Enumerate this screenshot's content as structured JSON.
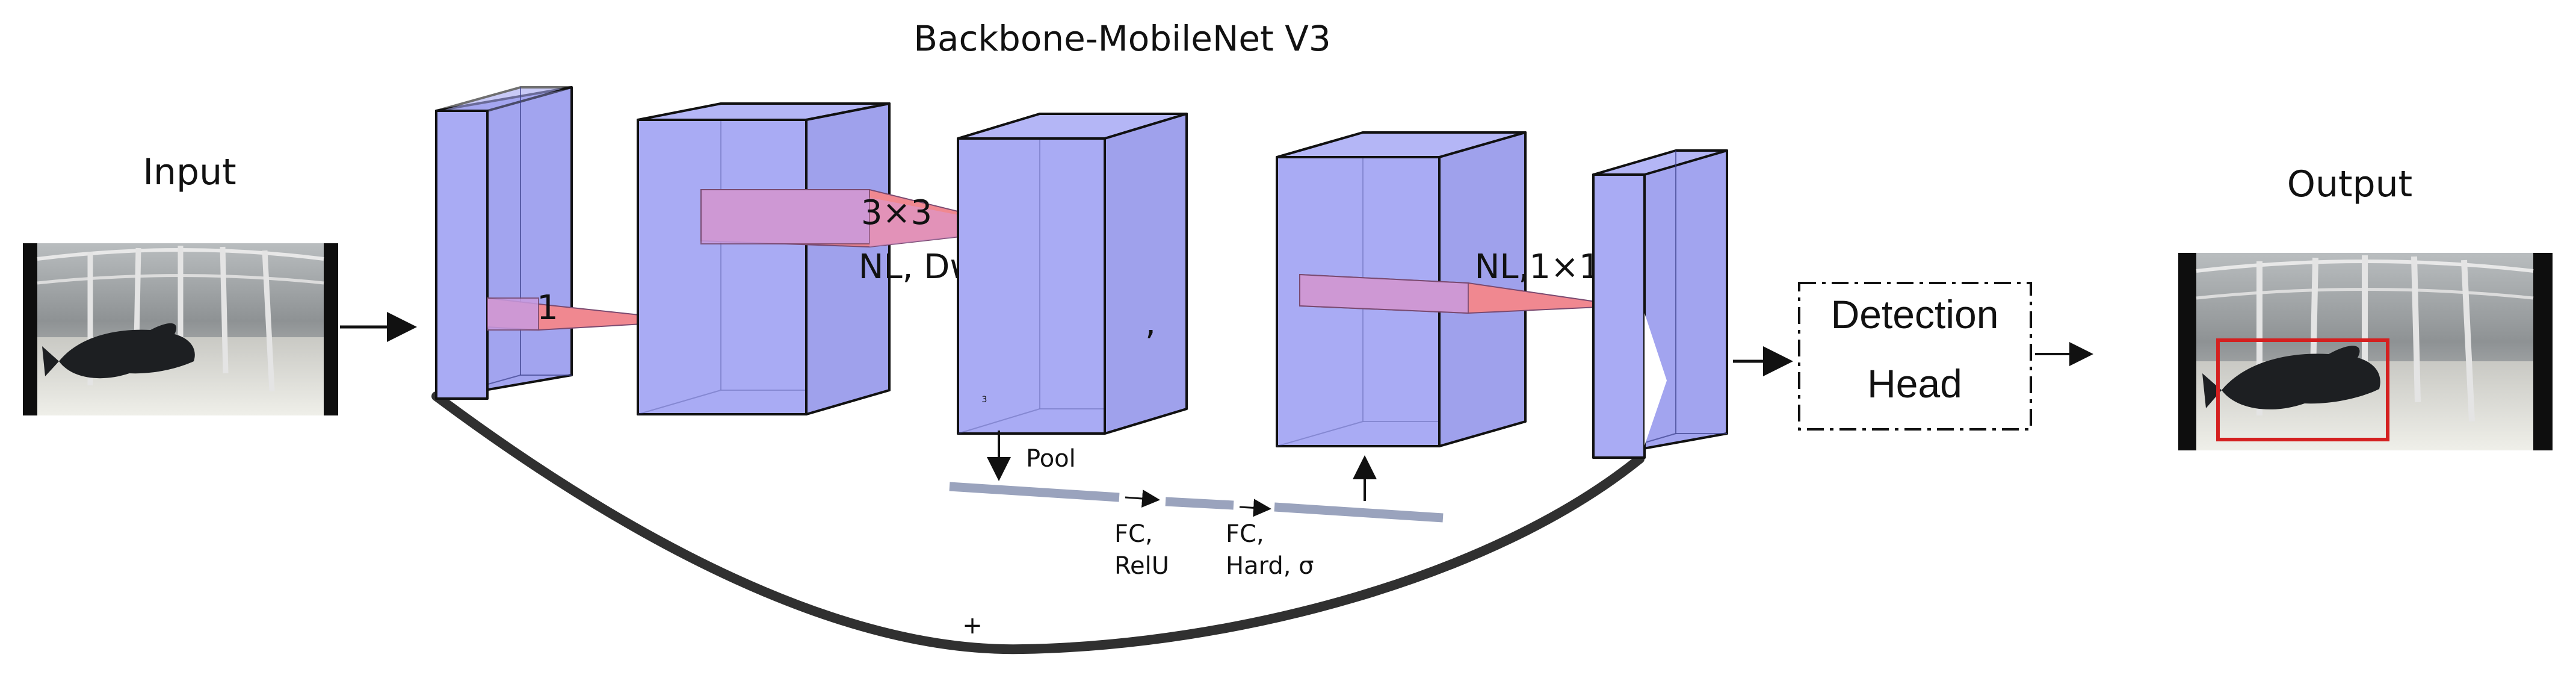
{
  "title": "Backbone-MobileNet V3",
  "input_label": "Input",
  "output_label": "Output",
  "kernel_1": "1",
  "kernel_3x3": "3×3",
  "nl_dwise": "NL, Dwise",
  "nl_1x1": "NL,1×1",
  "pool_label": "Pool",
  "fc1_label": [
    "FC,",
    "RelU"
  ],
  "fc2_label": [
    "FC,",
    "Hard, σ"
  ],
  "plus_label": "+",
  "comma_mark": ",",
  "small_mark": "3",
  "detection_head": [
    "Detection",
    "Head"
  ],
  "colors": {
    "block_fill": "#a9abf4",
    "block_side": "#a2a4ef",
    "kernel_fill": "#f08890",
    "kernel_inner": "#c99be0",
    "fc_bar": "#9aa3bd",
    "skip_curve": "#303030",
    "detection_box_red": "#d42020"
  },
  "icons": {
    "input_image": "fish-in-cage-photo",
    "output_image": "fish-in-cage-photo-with-detection-box"
  }
}
